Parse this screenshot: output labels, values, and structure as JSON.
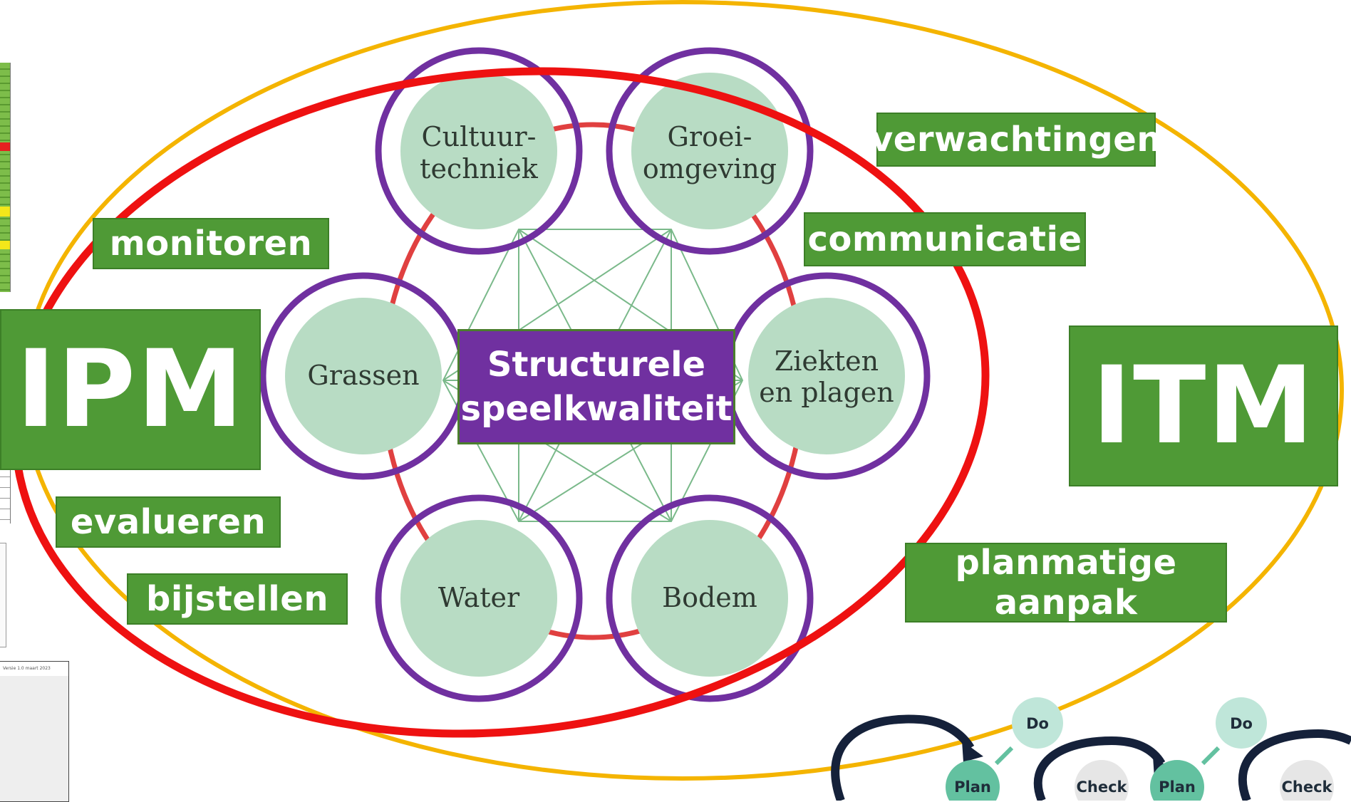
{
  "diagram": {
    "center_label_line1": "Structurele",
    "center_label_line2": "speelkwaliteit",
    "bubbles": [
      {
        "line1": "Cultuur-",
        "line2": "techniek"
      },
      {
        "line1": "Groei-",
        "line2": "omgeving"
      },
      {
        "line1": "Ziekten",
        "line2": "en plagen"
      },
      {
        "line1": "Bodem",
        "line2": ""
      },
      {
        "line1": "Water",
        "line2": ""
      },
      {
        "line1": "Grassen",
        "line2": ""
      }
    ],
    "left_big": "IPM",
    "right_big": "ITM",
    "left_terms": [
      "monitoren",
      "evalueren",
      "bijstellen"
    ],
    "right_terms": [
      "verwachtingen",
      "communicatie"
    ],
    "right_term_multiline": {
      "line1": "planmatige",
      "line2": "aanpak"
    },
    "pdca": {
      "do1": "Do",
      "do2": "Do",
      "plan1": "Plan",
      "check1": "Check",
      "plan2": "Plan",
      "check2": "Check"
    },
    "doc_header": "Versie 1.0 maart 2023",
    "colors": {
      "green_box": "#4f9a36",
      "purple": "#7030a0",
      "red_oval": "#ee1111",
      "yellow_oval": "#f4b400",
      "bubble_fill": "#b8dcc4"
    }
  }
}
